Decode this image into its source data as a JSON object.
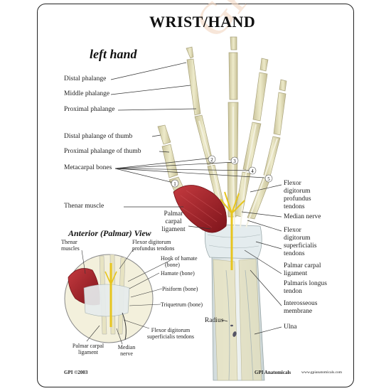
{
  "title": "WRIST/HAND",
  "subtitle": "left hand",
  "watermark": "GPI Anatomicals",
  "labels_left": {
    "distal_phalange": "Distal phalange",
    "middle_phalange": "Middle phalange",
    "proximal_phalange": "Proximal phalange",
    "distal_phalange_thumb": "Distal phalange of thumb",
    "proximal_phalange_thumb": "Proximal phalange of thumb",
    "metacarpal_bones": "Metacarpal bones",
    "thenar_muscle": "Thenar muscle"
  },
  "labels_right": {
    "flexor_dig_prof_1": "Flexor",
    "flexor_dig_prof_2": "digitorum",
    "flexor_dig_prof_3": "profundus",
    "flexor_dig_prof_4": "tendons",
    "median_nerve": "Median nerve",
    "flexor_dig_sup_1": "Flexor",
    "flexor_dig_sup_2": "digitorum",
    "flexor_dig_sup_3": "superficialis",
    "flexor_dig_sup_4": "tendons",
    "palmar_carpal_1": "Palmar carpal",
    "palmar_carpal_2": "ligament",
    "palmaris_longus_1": "Palmaris longus",
    "palmaris_longus_2": "tendon",
    "interosseous_1": "Interosseous",
    "interosseous_2": "membrane",
    "ulna": "Ulna"
  },
  "labels_center": {
    "palmar_carpal_1": "Palmar",
    "palmar_carpal_2": "carpal",
    "palmar_carpal_3": "ligament",
    "radius": "Radius"
  },
  "metacarpal_numbers": [
    "1",
    "2",
    "3",
    "4",
    "5"
  ],
  "inset": {
    "title": "Anterior (Palmar) View",
    "thenar_1": "Thenar",
    "thenar_2": "muscles",
    "fdp_1": "Flexor digitorum",
    "fdp_2": "profundus tendons",
    "hook_1": "Hook of hamate",
    "hook_2": "(bone)",
    "hamate": "Hamate (bone)",
    "pisiform": "Pisiform (bone)",
    "triquetrum": "Triquetrum (bone)",
    "fds_1": "Flexor digitorum",
    "fds_2": "superficialis tendons",
    "pcl_1": "Palmar carpal",
    "pcl_2": "ligament",
    "median_1": "Median",
    "median_2": "nerve"
  },
  "footer": {
    "copyright": "GPI ©2003",
    "brand": "GPI Anatomicals",
    "url": "www.gpianatomicals.com"
  },
  "colors": {
    "bone": "#e6e2bc",
    "bone_shade": "#c9c39a",
    "muscle": "#a8232b",
    "ligament": "#dde7ea",
    "nerve": "#e7c51e",
    "watermark": "#f4d9c6"
  }
}
